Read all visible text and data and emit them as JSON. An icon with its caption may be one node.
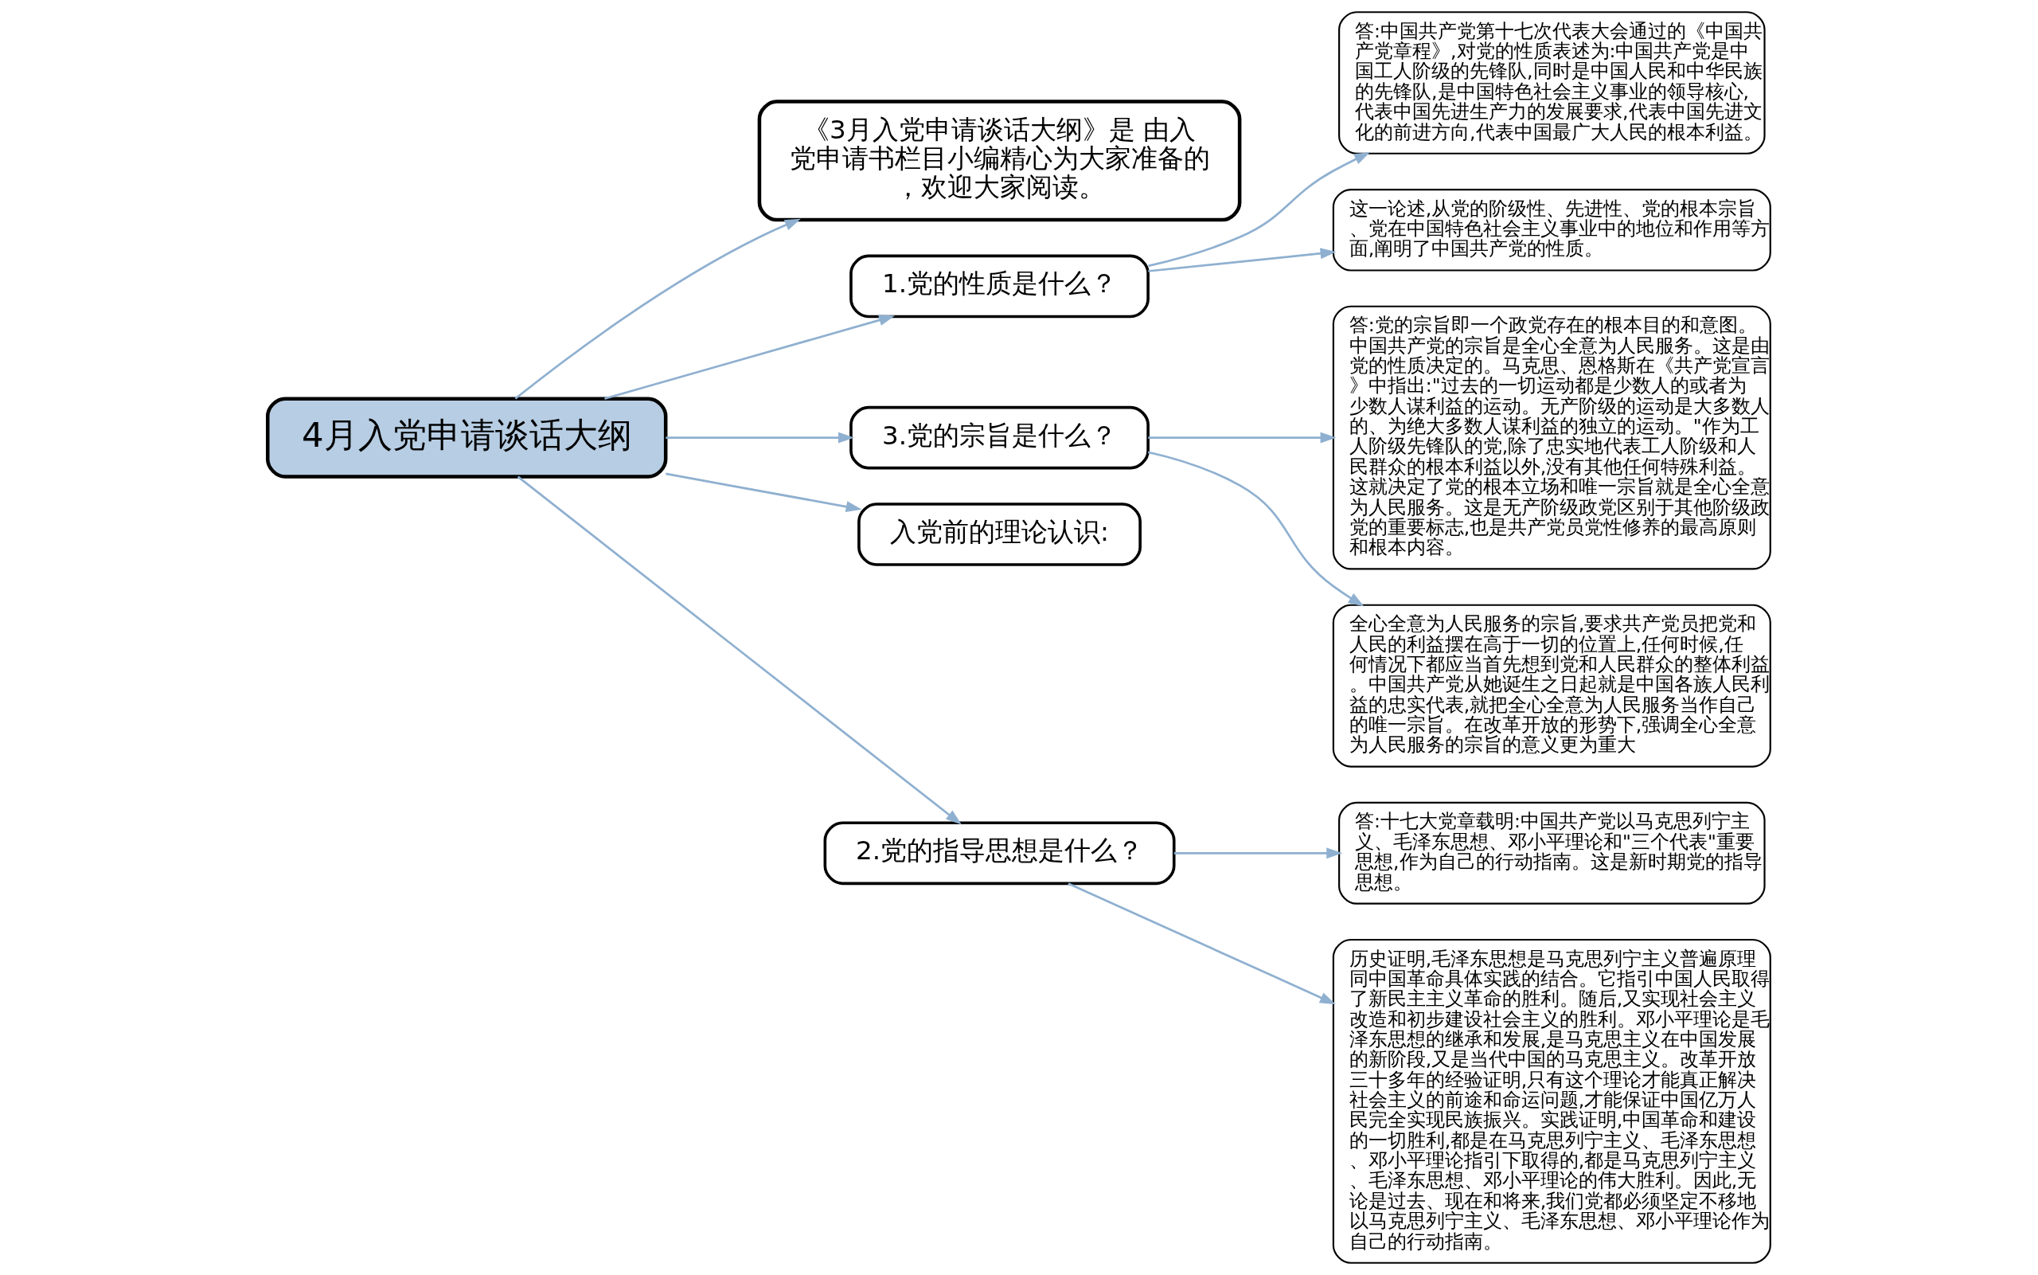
{
  "diagram": {
    "nodes": [
      {
        "text": [
          "4月入党申请谈话大纲"
        ]
      },
      {
        "text": [
          "《3月入党申请谈话大纲》是 由入党申请书栏目小编精心为大家准备的，欢迎大家阅读。"
        ]
      },
      {
        "text": [
          "1.党的性质是什么？"
        ]
      },
      {
        "text": [
          "答:中国共产党第十七次代表大会通过的《中国共产党章程》,对党的性质表述为:中国共产党是中国工人阶级的先锋队,同时是中国人民和中华民族的先锋队,是中国特色社会主义事业的领导核心,代表中国先进生产力的发展要求,代表中国先进文化的前进方向,代表中国最广大人民的根本利益。"
        ]
      },
      {
        "text": [
          "这一论述,从党的阶级性、先进性、党的根本宗旨、党在中国特色社会主义事业中的地位和作用等方面,阐明了中国共产党的性质。"
        ]
      },
      {
        "text": [
          "3.党的宗旨是什么？"
        ]
      },
      {
        "text": [
          "答:党的宗旨即一个政党存在的根本目的和意图。中国共产党的宗旨是全心全意为人民服务。这是由党的性质决定的。马克思、恩格斯在《共产党宣言》中指出:\"过去的一切运动都是少数人的或者为少数人谋利益的运动。无产阶级的运动是大多数人的、为绝大多数人谋利益的独立的运动。\"作为工人阶级先锋队的党,除了忠实地代表工人阶级和人民群众的根本利益以外,没有其他任何特殊利益。这就决定了党的根本立场和唯一宗旨就是全心全意为人民服务。这是无产阶级政党区别于其他阶级政党的重要标志,也是共产党员党性修养的最高原则和根本内容。"
        ]
      },
      {
        "text": [
          "全心全意为人民服务的宗旨,要求共产党员把党和人民的利益摆在高于一切的位置上,任何时候,任何情况下都应当首先想到党和人民群众的整体利益。中国共产党从她诞生之日起就是中国各族人民利益的忠实代表,就把全心全意为人民服务当作自己的唯一宗旨。在改革开放的形势下,强调全心全意为人民服务的宗旨的意义更为重大"
        ]
      },
      {
        "text": [
          "入党前的理论认识:"
        ]
      },
      {
        "text": [
          "2.党的指导思想是什么？"
        ]
      },
      {
        "text": [
          "答:十七大党章载明:中国共产党以马克思列宁主义、毛泽东思想、邓小平理论和\"三个代表\"重要思想,作为自己的行动指南。这是新时期党的指导思想。"
        ]
      },
      {
        "text": [
          "历史证明,毛泽东思想是马克思列宁主义普遍原理同中国革命具体实践的结合。它指引中国人民取得了新民主主义革命的胜利。随后,又实现社会主义改造和初步建设社会主义的胜利。邓小平理论是毛泽东思想的继承和发展,是马克思主义在中国发展的新阶段,又是当代中国的马克思主义。改革开放三十多年的经验证明,只有这个理论才能真正解决社会主义的前途和命运问题,才能保证中国亿万人民完全实现民族振兴。实践证明,中国革命和建设的一切胜利,都是在马克思列宁主义、毛泽东思想、邓小平理论指引下取得的,都是马克思列宁主义、毛泽东思想、邓小平理论的伟大胜利。因此,无论是过去、现在和将来,我们党都必须坚定不移地以马克思列宁主义、毛泽东思想、邓小平理论作为自己的行动指南。"
        ]
      }
    ],
    "edges": [
      {
        "from": 0,
        "to": 1,
        "arrow": "to"
      },
      {
        "from": 0,
        "to": 2,
        "arrow": "to"
      },
      {
        "from": 2,
        "to": 3,
        "arrow": "to"
      },
      {
        "from": 2,
        "to": 4,
        "arrow": "to"
      },
      {
        "from": 0,
        "to": 5,
        "arrow": "to"
      },
      {
        "from": 5,
        "to": 6,
        "arrow": "to"
      },
      {
        "from": 5,
        "to": 7,
        "arrow": "to"
      },
      {
        "from": 0,
        "to": 8,
        "arrow": "to"
      },
      {
        "from": 0,
        "to": 9,
        "arrow": "to"
      },
      {
        "from": 9,
        "to": 10,
        "arrow": "to"
      },
      {
        "from": 9,
        "to": 11,
        "arrow": "to"
      }
    ]
  }
}
